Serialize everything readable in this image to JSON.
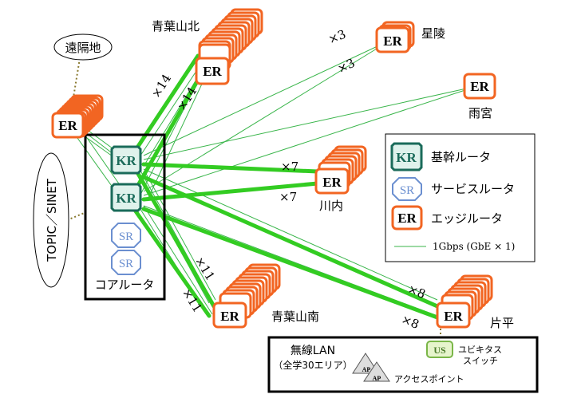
{
  "colors": {
    "core_link": "#33cc22",
    "thin_link": "#39b54a",
    "er_stroke": "#f26522",
    "kr_stroke": "#1a6b5a",
    "kr_fill": "#dff2ec",
    "sr_stroke": "#6b8fd0",
    "dotted": "#8a7a30",
    "us_fill": "#e6f4cc",
    "us_stroke": "#7ab648"
  },
  "icons": {
    "er": "edge-router-icon",
    "kr": "core-router-icon",
    "sr": "service-router-icon",
    "ap": "access-point-icon",
    "us": "ubiquitous-switch-icon"
  },
  "labels": {
    "aoba_north": "青葉山北",
    "seiryo": "星陵",
    "amamiya": "雨宮",
    "kawauchi": "川内",
    "aoba_south": "青葉山南",
    "katahira": "片平",
    "remote": "遠隔地",
    "topic": "TOPIC／SINET",
    "core_router": "コアルータ",
    "wlan_line1": "無線LAN",
    "wlan_line2": "（全学30エリア）",
    "ap_caption": "アクセスポイント",
    "us_caption_1": "ユビキタス",
    "us_caption_2": "スイッチ"
  },
  "node_text": {
    "er": "ER",
    "kr": "KR",
    "sr": "SR",
    "ap": "AP",
    "us": "US"
  },
  "multipliers": {
    "aoba_north_a": "×14",
    "aoba_north_b": "×14",
    "seiryo_a": "×3",
    "seiryo_b": "×3",
    "kawauchi_a": "×7",
    "kawauchi_b": "×7",
    "aoba_south_a": "×11",
    "aoba_south_b": "×11",
    "katahira_a": "×8",
    "katahira_b": "×8"
  },
  "legend": {
    "kr": "基幹ルータ",
    "sr": "サービスルータ",
    "er": "エッジルータ",
    "line": "1Gbps (GbE × 1)"
  }
}
